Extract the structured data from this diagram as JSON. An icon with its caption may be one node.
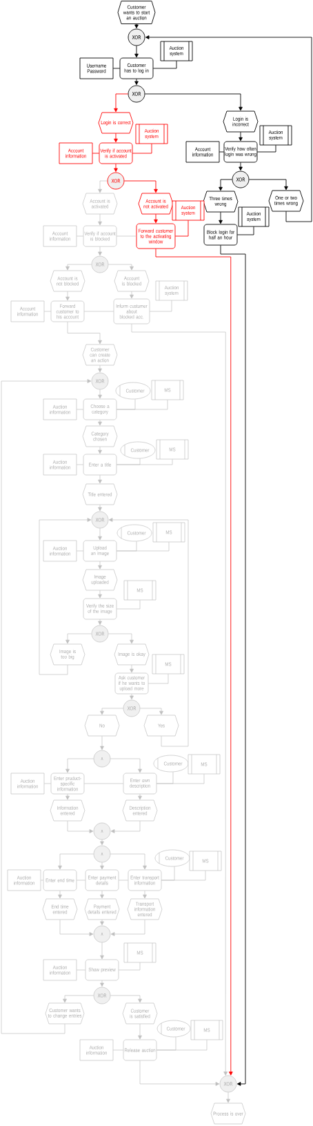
{
  "diagram": {
    "nodes": [
      {
        "text": [
          "Customer wants to start an auction"
        ]
      },
      {
        "text": [
          "XOR"
        ]
      },
      {
        "text": [
          "Username Password"
        ]
      },
      {
        "text": [
          "Customer has to log in"
        ]
      },
      {
        "text": [
          "Auction system"
        ]
      },
      {
        "text": [
          "XOR"
        ]
      },
      {
        "text": [
          "Login is correct"
        ]
      },
      {
        "text": [
          "Auction system"
        ]
      },
      {
        "text": [
          "Account information"
        ]
      },
      {
        "text": [
          "Verify if account is activated"
        ]
      },
      {
        "text": [
          "XOR"
        ]
      },
      {
        "text": [
          "Login is incorrect"
        ]
      },
      {
        "text": [
          "Auction system"
        ]
      },
      {
        "text": [
          "Account information"
        ]
      },
      {
        "text": [
          "Verify how often login was wrong"
        ]
      },
      {
        "text": [
          "XOR"
        ]
      },
      {
        "text": [
          "Three times wrong"
        ]
      },
      {
        "text": [
          "One or two times wrong"
        ]
      },
      {
        "text": [
          "Auction system"
        ]
      },
      {
        "text": [
          "Block login for half an hour"
        ]
      },
      {
        "text": [
          "Account is activated"
        ]
      },
      {
        "text": [
          "Account is not activated"
        ]
      },
      {
        "text": [
          "Auction system"
        ]
      },
      {
        "text": [
          "Account information"
        ]
      },
      {
        "text": [
          "Verify if account is blocked"
        ]
      },
      {
        "text": [
          "Forward customer to the activating window"
        ]
      },
      {
        "text": [
          "XOR"
        ]
      },
      {
        "text": [
          "Account is not blocked"
        ]
      },
      {
        "text": [
          "Account is blocked"
        ]
      },
      {
        "text": [
          "Auction system"
        ]
      },
      {
        "text": [
          "Account information"
        ]
      },
      {
        "text": [
          "Forward customer to his account"
        ]
      },
      {
        "text": [
          "Inform customer about blocked acc."
        ]
      },
      {
        "text": [
          "Customer can create an action"
        ]
      },
      {
        "text": [
          "XOR"
        ]
      },
      {
        "text": [
          "Customer"
        ]
      },
      {
        "text": [
          "MS"
        ]
      },
      {
        "text": [
          "Auction information"
        ]
      },
      {
        "text": [
          "Choose a category"
        ]
      },
      {
        "text": [
          "Category chosen"
        ]
      },
      {
        "text": [
          "Customer"
        ]
      },
      {
        "text": [
          "MS"
        ]
      },
      {
        "text": [
          "Auction information"
        ]
      },
      {
        "text": [
          "Enter a title"
        ]
      },
      {
        "text": [
          "Title entered"
        ]
      },
      {
        "text": [
          "XOR"
        ]
      },
      {
        "text": [
          "Customer"
        ]
      },
      {
        "text": [
          "MS"
        ]
      },
      {
        "text": [
          "Auction information"
        ]
      },
      {
        "text": [
          "Upload an image"
        ]
      },
      {
        "text": [
          "Image uploaded"
        ]
      },
      {
        "text": [
          "MS"
        ]
      },
      {
        "text": [
          "Verify the size of the image"
        ]
      },
      {
        "text": [
          "XOR"
        ]
      },
      {
        "text": [
          "Image is too big"
        ]
      },
      {
        "text": [
          "Image is okay"
        ]
      },
      {
        "text": [
          "MS"
        ]
      },
      {
        "text": [
          "Ask customer if he wants to upload more"
        ]
      },
      {
        "text": [
          "XOR"
        ]
      },
      {
        "text": [
          "No"
        ]
      },
      {
        "text": [
          "Yes"
        ]
      },
      {
        "text": [
          "∧"
        ]
      },
      {
        "text": [
          "Customer"
        ]
      },
      {
        "text": [
          "MS"
        ]
      },
      {
        "text": [
          "Auction information"
        ]
      },
      {
        "text": [
          "Enter product-specific information"
        ]
      },
      {
        "text": [
          "Enter own description"
        ]
      },
      {
        "text": [
          "Information entered"
        ]
      },
      {
        "text": [
          "Description entered"
        ]
      },
      {
        "text": [
          "∧"
        ]
      },
      {
        "text": [
          "∧"
        ]
      },
      {
        "text": [
          "Customer"
        ]
      },
      {
        "text": [
          "MS"
        ]
      },
      {
        "text": [
          "Auction information"
        ]
      },
      {
        "text": [
          "Enter end time"
        ]
      },
      {
        "text": [
          "Enter payment details"
        ]
      },
      {
        "text": [
          "Enter transport information"
        ]
      },
      {
        "text": [
          "End time entered"
        ]
      },
      {
        "text": [
          "Payment details entered"
        ]
      },
      {
        "text": [
          "Transport information entered"
        ]
      },
      {
        "text": [
          "∧"
        ]
      },
      {
        "text": [
          "MS"
        ]
      },
      {
        "text": [
          "Auction information"
        ]
      },
      {
        "text": [
          "Show preview"
        ]
      },
      {
        "text": [
          "XOR"
        ]
      },
      {
        "text": [
          "Customer wants to change entries"
        ]
      },
      {
        "text": [
          "Customer is satisfied"
        ]
      },
      {
        "text": [
          "Customer"
        ]
      },
      {
        "text": [
          "MS"
        ]
      },
      {
        "text": [
          "Auction information"
        ]
      },
      {
        "text": [
          "Release auction"
        ]
      },
      {
        "text": [
          "XOR"
        ]
      },
      {
        "text": [
          "Process is over"
        ]
      }
    ],
    "edges": [
      {
        "from": 0,
        "to": 1,
        "arrow": "to",
        "color": "#000000"
      },
      {
        "from": 1,
        "to": 3,
        "arrow": "to",
        "color": "#000000"
      },
      {
        "from": 2,
        "to": 3,
        "arrow": "none",
        "color": "#000000"
      },
      {
        "from": 4,
        "to": 3,
        "arrow": "none",
        "color": "#000000"
      },
      {
        "from": 3,
        "to": 5,
        "arrow": "to",
        "color": "#000000"
      },
      {
        "from": 5,
        "to": 6,
        "arrow": "to",
        "color": "#ff0000"
      },
      {
        "from": 5,
        "to": 11,
        "arrow": "to",
        "color": "#000000"
      },
      {
        "from": 6,
        "to": 9,
        "arrow": "to",
        "color": "#ff0000"
      },
      {
        "from": 8,
        "to": 9,
        "arrow": "none",
        "color": "#ff0000"
      },
      {
        "from": 7,
        "to": 9,
        "arrow": "none",
        "color": "#ff0000"
      },
      {
        "from": 9,
        "to": 10,
        "arrow": "to",
        "color": "#ff0000"
      },
      {
        "from": 10,
        "to": 20,
        "arrow": "to"
      },
      {
        "from": 10,
        "to": 21,
        "arrow": "to",
        "color": "#ff0000"
      },
      {
        "from": 11,
        "to": 14,
        "arrow": "to",
        "color": "#000000"
      },
      {
        "from": 13,
        "to": 14,
        "arrow": "none",
        "color": "#000000"
      },
      {
        "from": 12,
        "to": 14,
        "arrow": "none",
        "color": "#000000"
      },
      {
        "from": 14,
        "to": 15,
        "arrow": "to",
        "color": "#000000"
      },
      {
        "from": 15,
        "to": 16,
        "arrow": "to",
        "color": "#000000"
      },
      {
        "from": 15,
        "to": 17,
        "arrow": "to",
        "color": "#000000"
      },
      {
        "from": 17,
        "to": 1,
        "arrow": "to",
        "color": "#000000"
      },
      {
        "from": 16,
        "to": 19,
        "arrow": "to",
        "color": "#000000"
      },
      {
        "from": 18,
        "to": 19,
        "arrow": "none",
        "color": "#000000"
      },
      {
        "from": 19,
        "to": 91,
        "arrow": "to",
        "color": "#000000"
      },
      {
        "from": 21,
        "to": 25,
        "arrow": "to",
        "color": "#ff0000"
      },
      {
        "from": 22,
        "to": 25,
        "arrow": "none",
        "color": "#ff0000"
      },
      {
        "from": 25,
        "to": 91,
        "arrow": "to",
        "color": "#ff0000"
      },
      {
        "from": 20,
        "to": 24,
        "arrow": "to"
      },
      {
        "from": 23,
        "to": 24,
        "arrow": "none"
      },
      {
        "from": 24,
        "to": 25,
        "arrow": "none"
      },
      {
        "from": 24,
        "to": 26,
        "arrow": "to"
      },
      {
        "from": 26,
        "to": 27,
        "arrow": "to"
      },
      {
        "from": 26,
        "to": 28,
        "arrow": "to"
      },
      {
        "from": 27,
        "to": 31,
        "arrow": "to"
      },
      {
        "from": 28,
        "to": 32,
        "arrow": "to"
      },
      {
        "from": 30,
        "to": 31,
        "arrow": "none"
      },
      {
        "from": 31,
        "to": 32,
        "arrow": "none"
      },
      {
        "from": 29,
        "to": 32,
        "arrow": "none"
      },
      {
        "from": 31,
        "to": 33,
        "arrow": "to"
      },
      {
        "from": 32,
        "to": 91,
        "arrow": "to"
      },
      {
        "from": 33,
        "to": 34,
        "arrow": "to"
      },
      {
        "from": 34,
        "to": 38,
        "arrow": "to"
      },
      {
        "from": 35,
        "to": 38,
        "arrow": "none"
      },
      {
        "from": 36,
        "to": 38,
        "arrow": "none"
      },
      {
        "from": 37,
        "to": 38,
        "arrow": "none"
      },
      {
        "from": 38,
        "to": 39,
        "arrow": "to"
      },
      {
        "from": 39,
        "to": 43,
        "arrow": "to"
      },
      {
        "from": 40,
        "to": 43,
        "arrow": "none"
      },
      {
        "from": 41,
        "to": 43,
        "arrow": "none"
      },
      {
        "from": 42,
        "to": 43,
        "arrow": "none"
      },
      {
        "from": 43,
        "to": 44,
        "arrow": "to"
      },
      {
        "from": 44,
        "to": 45,
        "arrow": "to"
      },
      {
        "from": 45,
        "to": 49,
        "arrow": "to"
      },
      {
        "from": 46,
        "to": 49,
        "arrow": "none"
      },
      {
        "from": 47,
        "to": 49,
        "arrow": "none"
      },
      {
        "from": 48,
        "to": 49,
        "arrow": "none"
      },
      {
        "from": 49,
        "to": 50,
        "arrow": "to"
      },
      {
        "from": 50,
        "to": 52,
        "arrow": "to"
      },
      {
        "from": 51,
        "to": 52,
        "arrow": "none"
      },
      {
        "from": 52,
        "to": 53,
        "arrow": "to"
      },
      {
        "from": 53,
        "to": 54,
        "arrow": "to"
      },
      {
        "from": 53,
        "to": 55,
        "arrow": "to"
      },
      {
        "from": 54,
        "to": 45,
        "arrow": "to"
      },
      {
        "from": 55,
        "to": 57,
        "arrow": "to"
      },
      {
        "from": 56,
        "to": 57,
        "arrow": "none"
      },
      {
        "from": 57,
        "to": 58,
        "arrow": "to"
      },
      {
        "from": 58,
        "to": 59,
        "arrow": "to"
      },
      {
        "from": 58,
        "to": 60,
        "arrow": "to"
      },
      {
        "from": 60,
        "to": 45,
        "arrow": "to"
      },
      {
        "from": 59,
        "to": 61,
        "arrow": "to"
      },
      {
        "from": 61,
        "to": 65,
        "arrow": "to"
      },
      {
        "from": 61,
        "to": 66,
        "arrow": "to"
      },
      {
        "from": 64,
        "to": 65,
        "arrow": "none"
      },
      {
        "from": 65,
        "to": 66,
        "arrow": "none"
      },
      {
        "from": 62,
        "to": 66,
        "arrow": "none"
      },
      {
        "from": 63,
        "to": 66,
        "arrow": "none"
      },
      {
        "from": 65,
        "to": 67,
        "arrow": "to"
      },
      {
        "from": 66,
        "to": 68,
        "arrow": "to"
      },
      {
        "from": 67,
        "to": 69,
        "arrow": "to"
      },
      {
        "from": 68,
        "to": 69,
        "arrow": "to"
      },
      {
        "from": 69,
        "to": 70,
        "arrow": "to"
      },
      {
        "from": 70,
        "to": 74,
        "arrow": "to"
      },
      {
        "from": 70,
        "to": 75,
        "arrow": "to"
      },
      {
        "from": 70,
        "to": 76,
        "arrow": "to"
      },
      {
        "from": 73,
        "to": 74,
        "arrow": "none"
      },
      {
        "from": 74,
        "to": 75,
        "arrow": "none"
      },
      {
        "from": 75,
        "to": 76,
        "arrow": "none"
      },
      {
        "from": 71,
        "to": 76,
        "arrow": "none"
      },
      {
        "from": 72,
        "to": 76,
        "arrow": "none"
      },
      {
        "from": 74,
        "to": 77,
        "arrow": "to"
      },
      {
        "from": 75,
        "to": 78,
        "arrow": "to"
      },
      {
        "from": 76,
        "to": 79,
        "arrow": "to"
      },
      {
        "from": 77,
        "to": 80,
        "arrow": "to"
      },
      {
        "from": 78,
        "to": 80,
        "arrow": "to"
      },
      {
        "from": 79,
        "to": 80,
        "arrow": "to"
      },
      {
        "from": 80,
        "to": 83,
        "arrow": "to"
      },
      {
        "from": 81,
        "to": 83,
        "arrow": "none"
      },
      {
        "from": 82,
        "to": 83,
        "arrow": "none"
      },
      {
        "from": 83,
        "to": 84,
        "arrow": "to"
      },
      {
        "from": 84,
        "to": 85,
        "arrow": "to"
      },
      {
        "from": 84,
        "to": 86,
        "arrow": "to"
      },
      {
        "from": 85,
        "to": 34,
        "arrow": "to"
      },
      {
        "from": 86,
        "to": 90,
        "arrow": "to"
      },
      {
        "from": 87,
        "to": 90,
        "arrow": "none"
      },
      {
        "from": 88,
        "to": 90,
        "arrow": "none"
      },
      {
        "from": 89,
        "to": 90,
        "arrow": "none"
      },
      {
        "from": 90,
        "to": 91,
        "arrow": "to"
      },
      {
        "from": 91,
        "to": 92,
        "arrow": "to"
      }
    ]
  }
}
